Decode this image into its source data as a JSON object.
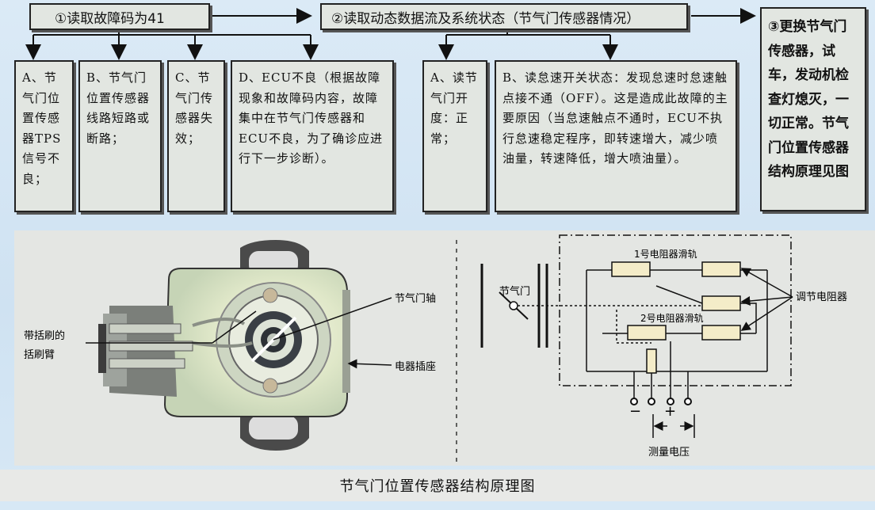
{
  "flow": {
    "step1": "①读取故障码为41",
    "step2": "②读取动态数据流及系统状态（节气门传感器情况）",
    "step3": "③更换节气门传感器，试车，发动机检查灯熄灭，一切正常。节气门位置传感器结构原理见图",
    "causes": [
      "A、节气门位置传感器TPS信号不良；",
      "B、节气门位置传感器线路短路或断路；",
      "C、节气门传感器失效；",
      "D、ECU不良（根据故障现象和故障码内容，故障集中在节气门传感器和ECU不良，为了确诊应进行下一步诊断）。"
    ],
    "checks": [
      "A、读节气门开度：正常；",
      "B、读怠速开关状态：发现怠速时怠速触点接不通（OFF）。这是造成此故障的主要原因（当怠速触点不通时，ECU不执行怠速稳定程序，即转速增大，减少喷油量，转速降低，增大喷油量）。"
    ]
  },
  "left_diagram": {
    "label_shaft": "节气门轴",
    "label_brush_arm_1": "带括刷的",
    "label_brush_arm_2": "括刷臂",
    "label_connector": "电器插座"
  },
  "right_diagram": {
    "label_track1": "1号电阻器滑轨",
    "label_track2": "2号电阻器滑轨",
    "label_throttle": "节气门",
    "label_adjust": "调节电阻器",
    "label_minus": "−",
    "label_plus": "+",
    "label_measure": "测量电压"
  },
  "caption": "节气门位置传感器结构原理图"
}
